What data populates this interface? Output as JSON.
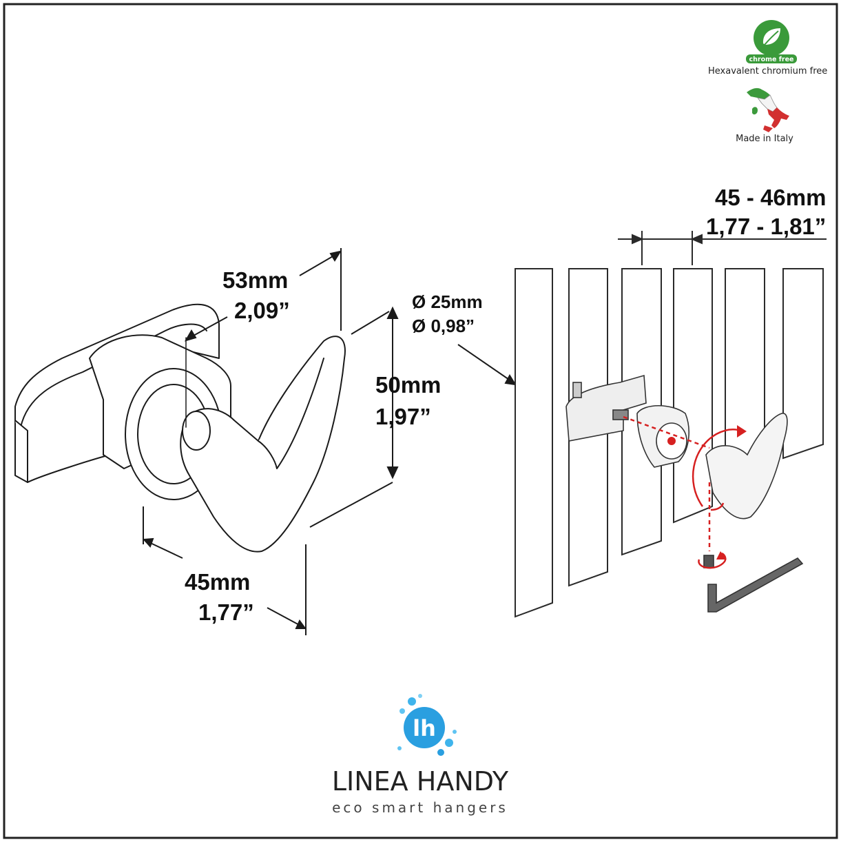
{
  "badges": {
    "chrome_free_label": "chrome free",
    "chrome_free_caption": "Hexavalent chromium free",
    "made_in_italy_caption": "Made in Italy"
  },
  "dimensions": {
    "depth_mm": "53mm",
    "depth_in": "2,09”",
    "height_mm": "50mm",
    "height_in": "1,97”",
    "width_mm": "45mm",
    "width_in": "1,77”",
    "diameter_mm": "Ø 25mm",
    "diameter_in": "Ø 0,98”",
    "spacing_mm": "45 - 46mm",
    "spacing_in": "1,77 - 1,81”"
  },
  "brand": {
    "logo_letters": "lh",
    "name": "LINEA HANDY",
    "tagline": "eco smart hangers"
  },
  "colors": {
    "frame": "#222222",
    "line": "#1a1a1a",
    "accent_red": "#d62020",
    "logo_blue": "#2a9fe0",
    "badge_green": "#3a9a3a",
    "italy_green": "#3c9a3c",
    "italy_red": "#d23030"
  }
}
